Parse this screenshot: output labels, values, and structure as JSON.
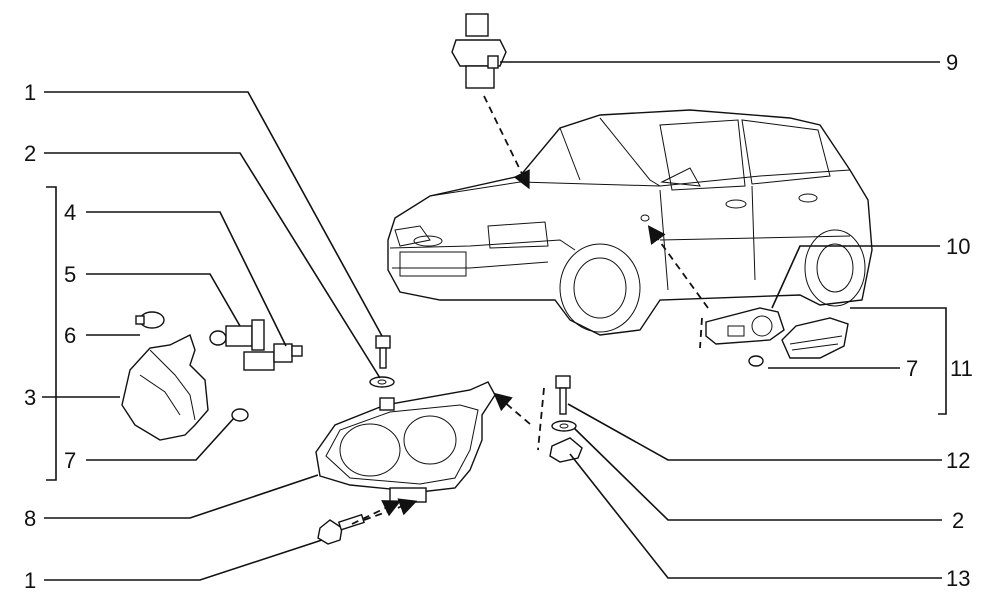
{
  "labels": [
    {
      "id": "c1",
      "text": "1"
    },
    {
      "id": "c2",
      "text": "2"
    },
    {
      "id": "c4",
      "text": "4"
    },
    {
      "id": "c5",
      "text": "5"
    },
    {
      "id": "c6",
      "text": "6"
    },
    {
      "id": "c3",
      "text": "3"
    },
    {
      "id": "c7l",
      "text": "7"
    },
    {
      "id": "c8",
      "text": "8"
    },
    {
      "id": "c1b",
      "text": "1"
    },
    {
      "id": "c9",
      "text": "9"
    },
    {
      "id": "c10",
      "text": "10"
    },
    {
      "id": "c7r",
      "text": "7"
    },
    {
      "id": "c11",
      "text": "11"
    },
    {
      "id": "c12",
      "text": "12"
    },
    {
      "id": "c2r",
      "text": "2"
    },
    {
      "id": "c13",
      "text": "13"
    }
  ]
}
